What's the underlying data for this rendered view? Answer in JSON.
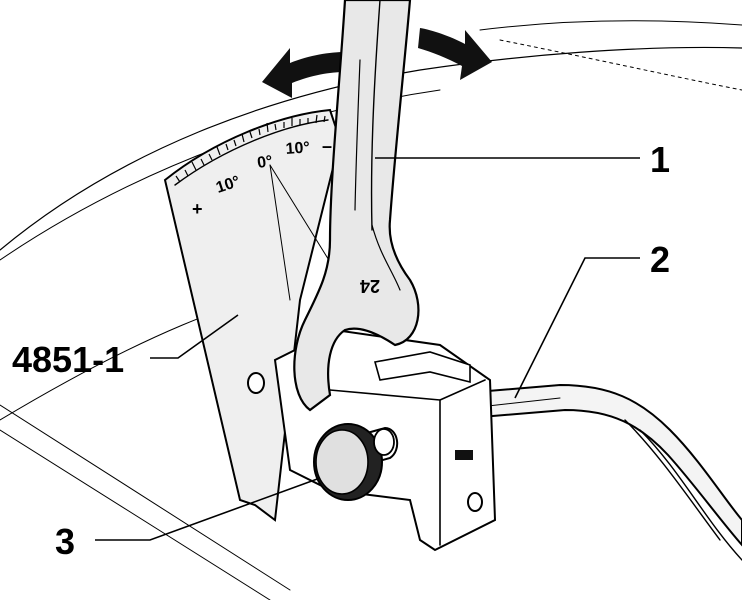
{
  "labels": {
    "wrench": "1",
    "rod": "2",
    "knob": "3",
    "gauge": "4851-1"
  },
  "scale": {
    "plus": "+",
    "left_deg": "10°",
    "zero": "0°",
    "right_deg": "10°",
    "minus": "–"
  },
  "wrench_size": "24",
  "colors": {
    "ink": "#000000",
    "paper": "#ffffff",
    "gauge_fill": "#efefef",
    "wrench_fill": "#e8e8e8",
    "arrow_fill": "#111111"
  }
}
